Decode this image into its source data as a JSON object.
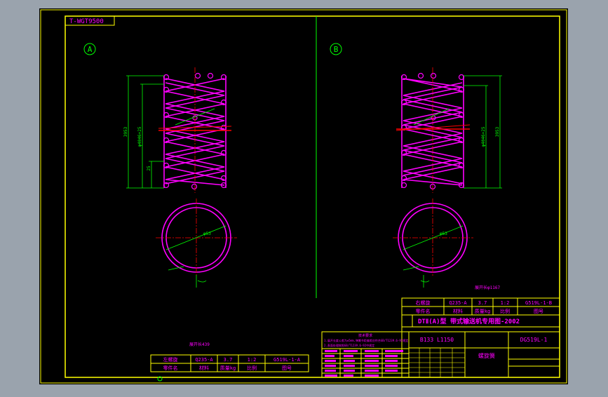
{
  "drawing_code": "T-WGT9500",
  "views": {
    "a": "A",
    "b": "B"
  },
  "dims": {
    "a_h1": "3953",
    "a_h2": "φ4046×25",
    "a_s": "25",
    "a_d": "φ53",
    "b_h1": "3953",
    "b_h2": "φ4046×25",
    "b_d": "φ53"
  },
  "notes": {
    "a": "展开长439",
    "b": "展开长φ1167"
  },
  "title_left": {
    "row1": [
      "左螺旋",
      "Q235-A",
      "3.7",
      "1:2",
      "G519L-1-A"
    ],
    "row2": [
      "零件名",
      "材料",
      "质量kg",
      "比例",
      "图号"
    ]
  },
  "title_right": {
    "row1": [
      "右螺旋",
      "Q235-A",
      "3.7",
      "1:2",
      "G519L-1-B"
    ],
    "row2": [
      "零件名",
      "材料",
      "质量kg",
      "比例",
      "图号"
    ],
    "main_title": "DTⅡ(A)型 带式输送机专用图-2002",
    "code1": "B133 L1150",
    "code2": "DG519L-1",
    "name": "螺旋簧"
  },
  "tech_req": {
    "title": "技术要求",
    "line1": "1.展开长度公差为±5mm,弹簧节距偏差应符合GB/T1239.6-92规定",
    "line2": "2.表面处理按照GB/T1239.6-92中规定"
  },
  "colors": {
    "frame": "#ffff00",
    "spring": "#ff00ff",
    "dim": "#00ff00",
    "centerline": "#ff0000",
    "text": "#ff00ff",
    "bg": "#000000"
  }
}
